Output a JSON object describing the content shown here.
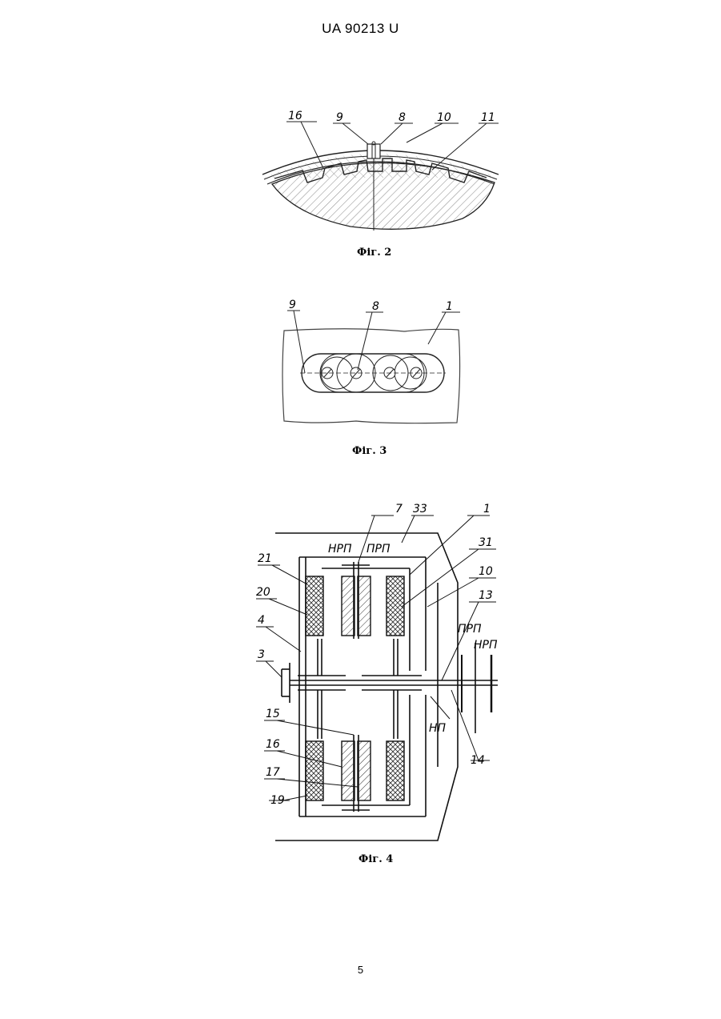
{
  "header": {
    "patent": "UA   90213   U"
  },
  "page_number": "5",
  "fig2": {
    "caption": "Фіг. 2",
    "labels": [
      "16",
      "9",
      "8",
      "10",
      "11"
    ]
  },
  "fig3": {
    "caption": "Фіг. 3",
    "labels": [
      "9",
      "8",
      "1"
    ]
  },
  "fig4": {
    "caption": "Фіг. 4",
    "labels": [
      "7",
      "33",
      "1",
      "31",
      "10",
      "13",
      "21",
      "20",
      "4",
      "3",
      "15",
      "16",
      "17",
      "19",
      "14"
    ],
    "text_labels": [
      "НРП",
      "ПРП",
      "ПРП",
      "НРП",
      "НП"
    ]
  }
}
